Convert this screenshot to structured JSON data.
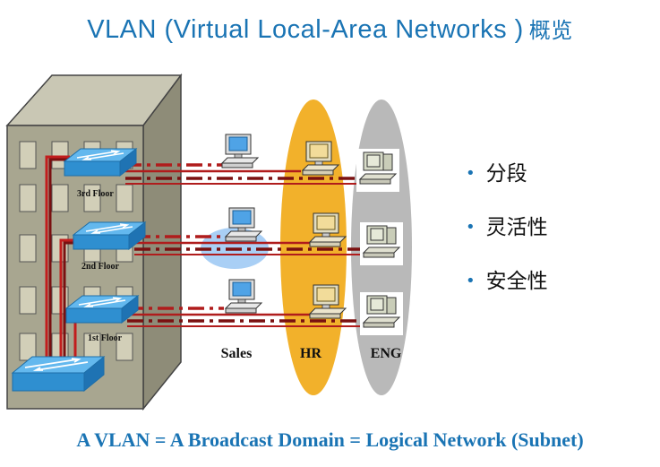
{
  "title": {
    "main": "VLAN (Virtual Local-Area Networks )",
    "cn": "概览"
  },
  "floors": {
    "third": "3rd Floor",
    "second": "2nd Floor",
    "first": "1st Floor"
  },
  "groups": {
    "sales": "Sales",
    "hr": "HR",
    "eng": "ENG"
  },
  "bullets": [
    "分段",
    "灵活性",
    "安全性"
  ],
  "footer": "A VLAN = A Broadcast Domain = Logical Network (Subnet)",
  "colors": {
    "accent": "#1a74b4",
    "hr_vlan": "#f2b12b",
    "eng_vlan": "#b9b9b9",
    "link": "#b01c1c",
    "switch": "#2f8fd0"
  }
}
